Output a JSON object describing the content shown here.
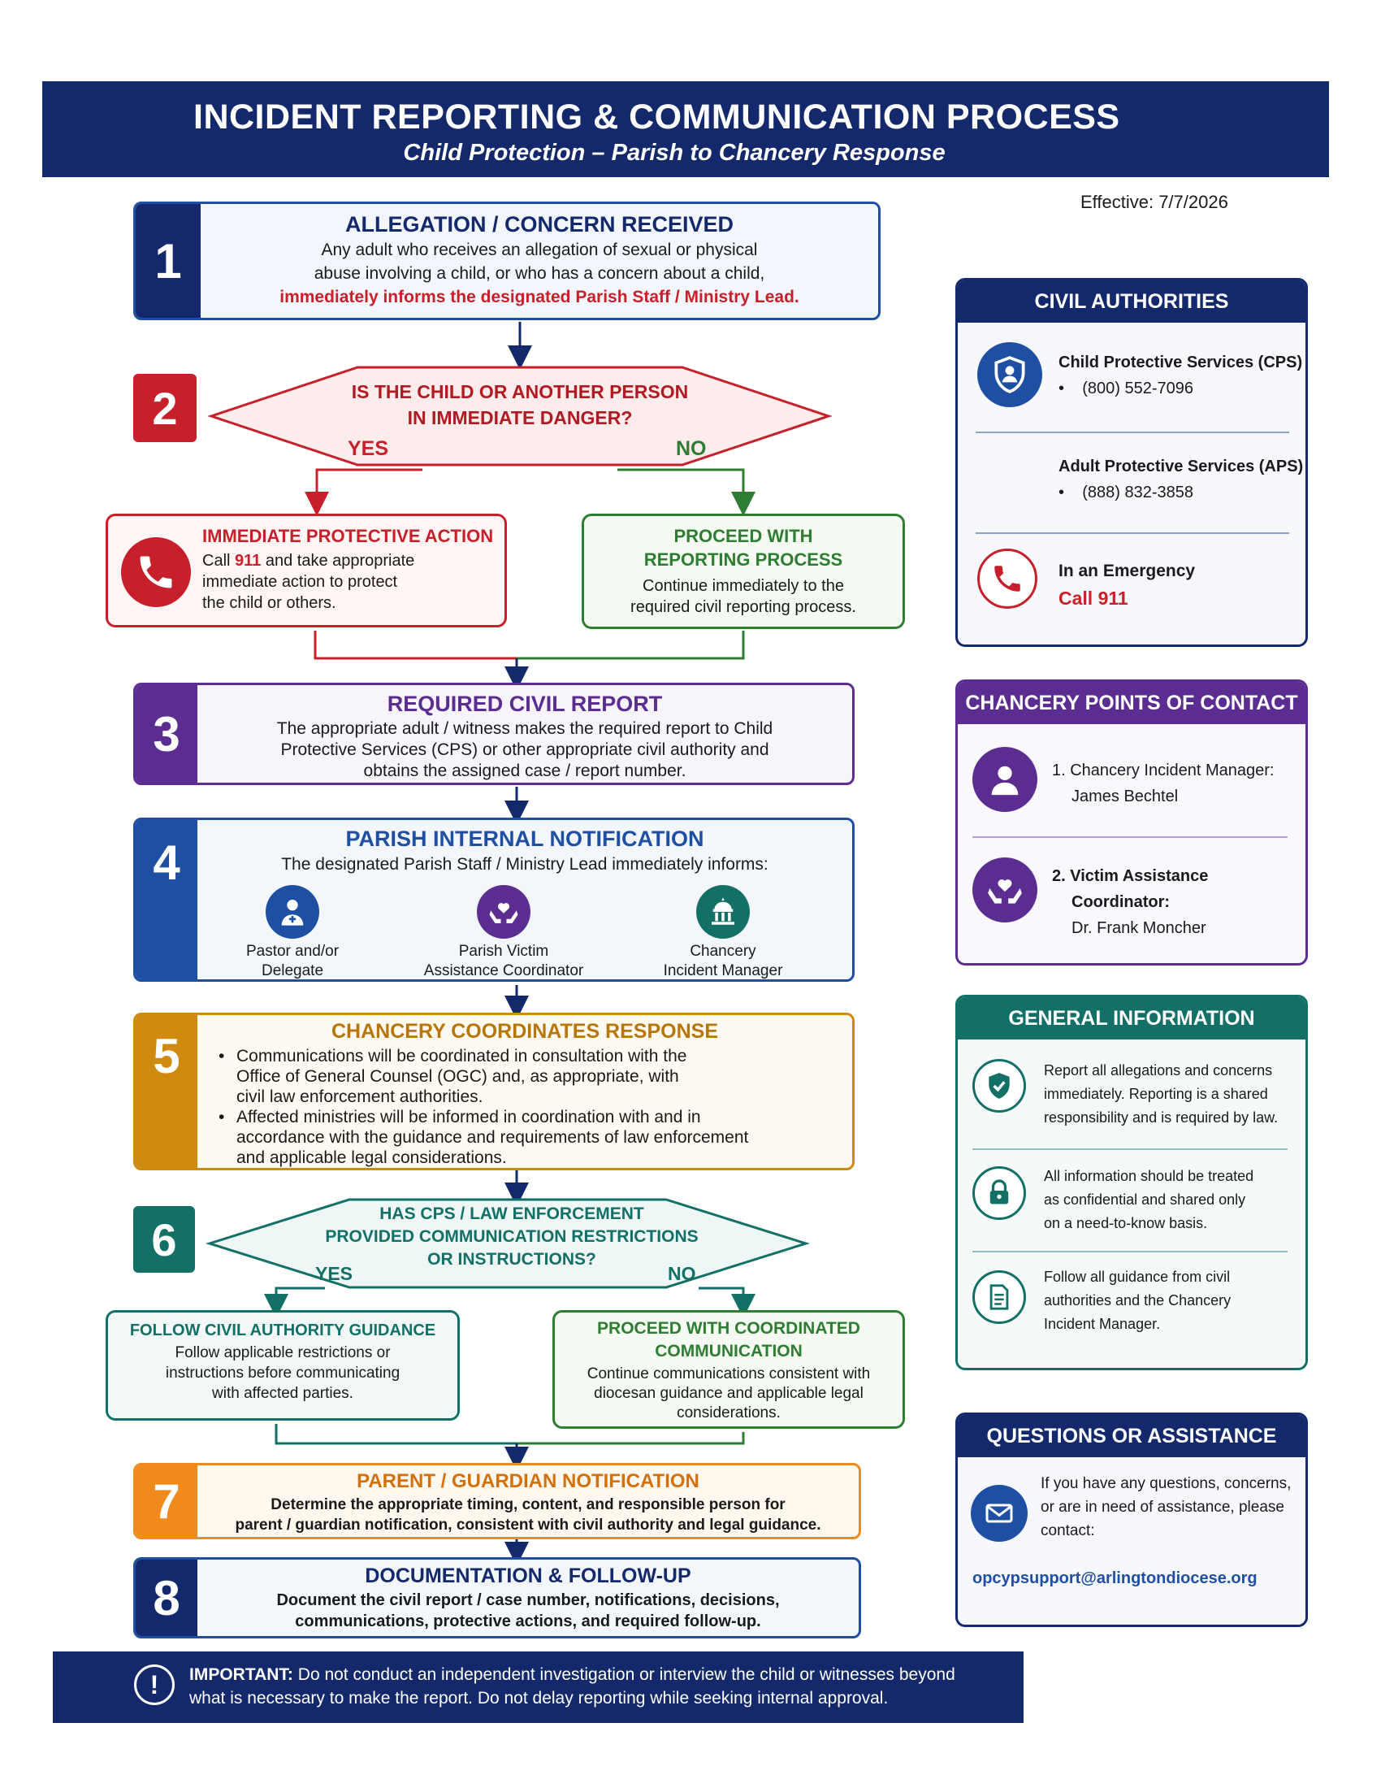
{
  "header": {
    "title": "INCIDENT REPORTING & COMMUNICATION PROCESS",
    "subtitle": "Child Protection – Parish to Chancery Response"
  },
  "effective": "Effective: 7/7/2026",
  "steps": {
    "s1": {
      "number": "1",
      "title": "ALLEGATION / CONCERN RECEIVED",
      "line1": "Any adult who receives an allegation of sexual or physical",
      "line2": "abuse involving a child, or who has a concern about a child,",
      "line3": "immediately informs the designated Parish Staff / Ministry Lead."
    },
    "s2": {
      "number": "2",
      "question1": "IS THE CHILD OR ANOTHER PERSON",
      "question2": "IN IMMEDIATE DANGER?",
      "yes": "YES",
      "no": "NO",
      "yes_box": {
        "title": "IMMEDIATE PROTECTIVE ACTION",
        "l1a": "Call ",
        "l1b": "911",
        "l1c": " and take appropriate",
        "l2": "immediate action to protect",
        "l3": "the child or others."
      },
      "no_box": {
        "title1": "PROCEED WITH",
        "title2": "REPORTING PROCESS",
        "l1": "Continue immediately to the",
        "l2": "required civil reporting process."
      }
    },
    "s3": {
      "number": "3",
      "title": "REQUIRED CIVIL REPORT",
      "line1": "The appropriate adult / witness makes the required report to Child",
      "line2": "Protective Services (CPS) or other appropriate civil authority and",
      "line3": "obtains the assigned case / report number."
    },
    "s4": {
      "number": "4",
      "title": "PARISH INTERNAL NOTIFICATION",
      "line1": "The designated Parish Staff / Ministry Lead immediately informs:",
      "p1a": "Pastor and/or",
      "p1b": "Delegate",
      "p2a": "Parish Victim",
      "p2b": "Assistance Coordinator",
      "p3a": "Chancery",
      "p3b": "Incident Manager"
    },
    "s5": {
      "number": "5",
      "title": "CHANCERY COORDINATES RESPONSE",
      "b1l1": "Communications will be coordinated in consultation with the",
      "b1l2": "Office of General Counsel (OGC) and, as appropriate, with",
      "b1l3": "civil law enforcement authorities.",
      "b2l1": "Affected ministries will be informed in coordination with and in",
      "b2l2": "accordance with the guidance and requirements of law enforcement",
      "b2l3": "and applicable legal considerations."
    },
    "s6": {
      "number": "6",
      "q1": "HAS CPS / LAW ENFORCEMENT",
      "q2": "PROVIDED COMMUNICATION RESTRICTIONS",
      "q3": "OR INSTRUCTIONS?",
      "yes": "YES",
      "no": "NO",
      "yes_box": {
        "title": "FOLLOW CIVIL AUTHORITY GUIDANCE",
        "l1": "Follow applicable restrictions or",
        "l2": "instructions before communicating",
        "l3": "with affected parties."
      },
      "no_box": {
        "title1": "PROCEED WITH COORDINATED",
        "title2": "COMMUNICATION",
        "l1": "Continue communications consistent with",
        "l2": "diocesan guidance and applicable legal",
        "l3": "considerations."
      }
    },
    "s7": {
      "number": "7",
      "title": "PARENT / GUARDIAN NOTIFICATION",
      "line1": "Determine the appropriate timing, content, and responsible person for",
      "line2": "parent / guardian notification, consistent with civil authority and legal guidance."
    },
    "s8": {
      "number": "8",
      "title": "DOCUMENTATION & FOLLOW-UP",
      "line1": "Document the civil report / case number, notifications, decisions,",
      "line2": "communications, protective actions, and required follow-up."
    }
  },
  "sidebar": {
    "civil": {
      "title": "CIVIL AUTHORITIES",
      "cps_name": "Child Protective Services (CPS)",
      "cps_phone": "(800) 552-7096",
      "aps_name": "Adult Protective Services (APS)",
      "aps_phone": "(888) 832-3858",
      "emerg_label": "In an Emergency",
      "emerg_call": "Call 911"
    },
    "chancery": {
      "title": "CHANCERY POINTS OF CONTACT",
      "c1a": "1. Chancery Incident Manager:",
      "c1b": "James Bechtel",
      "c2a": "2. Victim Assistance",
      "c2b": "Coordinator:",
      "c2c": "Dr. Frank Moncher"
    },
    "general": {
      "title": "GENERAL INFORMATION",
      "g1a": "Report all allegations and concerns",
      "g1b": "immediately. Reporting is a shared",
      "g1c": "responsibility and is required by law.",
      "g2a": "All information should be treated",
      "g2b": "as confidential and shared only",
      "g2c": "on a need-to-know basis.",
      "g3a": "Follow all guidance from civil",
      "g3b": "authorities and the Chancery",
      "g3c": "Incident Manager."
    },
    "questions": {
      "title": "QUESTIONS OR ASSISTANCE",
      "l1": "If you have any questions, concerns,",
      "l2": "or are in need of assistance, please",
      "l3": "contact:",
      "email": "opcypsupport@arlingtondiocese.org"
    }
  },
  "important": {
    "label": "IMPORTANT:",
    "line1": " Do not conduct an independent investigation or interview the child or witnesses beyond",
    "line2": "what is necessary to make the report. Do not delay reporting while seeking internal approval."
  },
  "colors": {
    "navy": "#13296b",
    "red": "#c8202a",
    "green": "#2e7d32",
    "purple": "#5b2d91",
    "blue": "#1f4fa3",
    "gold": "#cf8a10",
    "teal": "#137066",
    "orange": "#f08a1c"
  },
  "icons": [
    "phone-icon",
    "shield-person-icon",
    "person-icon",
    "hands-heart-icon",
    "church-icon",
    "shield-check-icon",
    "lock-icon",
    "document-icon",
    "envelope-icon",
    "exclamation-icon"
  ]
}
